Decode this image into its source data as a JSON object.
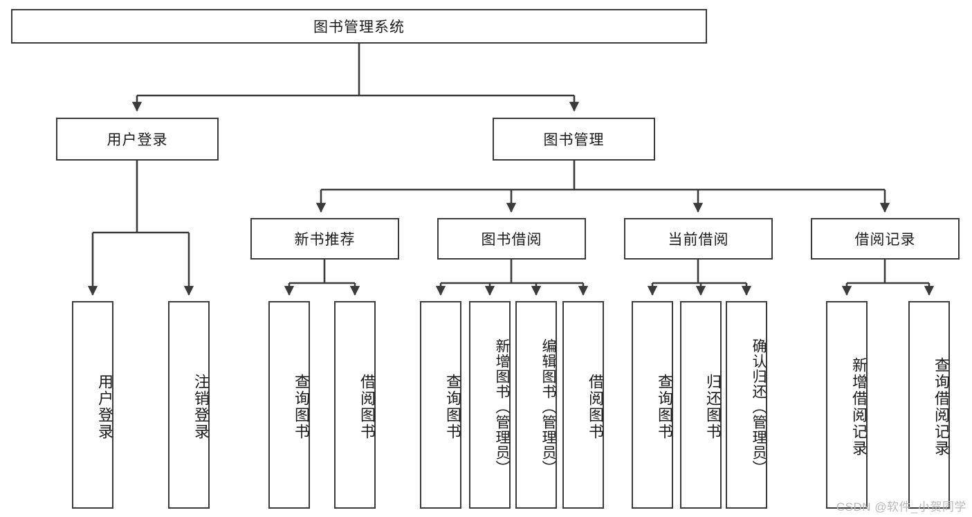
{
  "diagram": {
    "title": "图书管理系统",
    "type": "tree-hierarchy",
    "root": {
      "id": "root",
      "label": "图书管理系统"
    },
    "level2": [
      {
        "id": "user-login",
        "label": "用户登录"
      },
      {
        "id": "book-manage",
        "label": "图书管理"
      }
    ],
    "level3": [
      {
        "id": "new-book-rec",
        "label": "新书推荐",
        "parent": "book-manage"
      },
      {
        "id": "book-borrow",
        "label": "图书借阅",
        "parent": "book-manage"
      },
      {
        "id": "current-borrow",
        "label": "当前借阅",
        "parent": "book-manage"
      },
      {
        "id": "borrow-record",
        "label": "借阅记录",
        "parent": "book-manage"
      }
    ],
    "leaves": [
      {
        "id": "leaf-user-login",
        "label": "用户登录",
        "parent": "user-login"
      },
      {
        "id": "leaf-logout",
        "label": "注销登录",
        "parent": "user-login"
      },
      {
        "id": "leaf-query-book-1",
        "label": "查询图书",
        "parent": "new-book-rec"
      },
      {
        "id": "leaf-borrow-book-1",
        "label": "借阅图书",
        "parent": "new-book-rec"
      },
      {
        "id": "leaf-query-book-2",
        "label": "查询图书",
        "parent": "book-borrow"
      },
      {
        "id": "leaf-add-book",
        "label": "新增图书（管理员）",
        "parent": "book-borrow"
      },
      {
        "id": "leaf-edit-book",
        "label": "编辑图书（管理员）",
        "parent": "book-borrow"
      },
      {
        "id": "leaf-borrow-book-2",
        "label": "借阅图书",
        "parent": "book-borrow"
      },
      {
        "id": "leaf-query-book-3",
        "label": "查询图书",
        "parent": "current-borrow"
      },
      {
        "id": "leaf-return-book",
        "label": "归还图书",
        "parent": "current-borrow"
      },
      {
        "id": "leaf-confirm-return",
        "label": "确认归还（管理员）",
        "parent": "current-borrow"
      },
      {
        "id": "leaf-add-record",
        "label": "新增借阅记录",
        "parent": "borrow-record"
      },
      {
        "id": "leaf-query-record",
        "label": "查询借阅记录",
        "parent": "borrow-record"
      }
    ],
    "colors": {
      "box_border": "#3a3a3a",
      "box_fill": "#ffffff",
      "edge": "#3a3a3a",
      "text": "#1a1a1a",
      "watermark": "#b9b9b9"
    }
  },
  "watermark": {
    "text": "CSDN @软件_小贺同学"
  }
}
